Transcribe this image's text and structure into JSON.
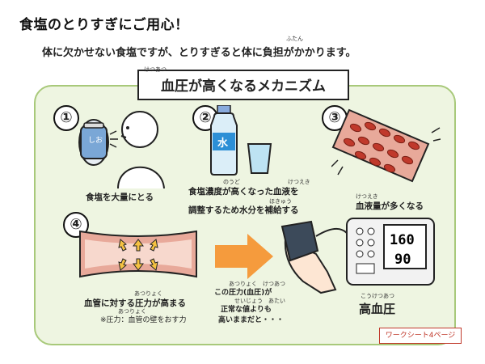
{
  "title": "食塩のとりすぎにご用心！",
  "subtitle": "体に欠かせない食塩ですが、とりすぎると体に負担がかかります。",
  "ruby_futan": "ふたん",
  "heading": "血圧が高くなるメカニズム",
  "ruby_heading": "けつあつ",
  "steps": [
    {
      "num": "①",
      "caption": "食塩を大量にとる",
      "icon_text": "しお"
    },
    {
      "num": "②",
      "caption_line1": "食塩濃度が高くなった血液を",
      "caption_line2": "調整するため水分を補給する",
      "ruby_noudo": "のうど",
      "ruby_ketsueki": "けつえき",
      "ruby_hokyuu": "ほきゅう",
      "bottle_text": "水"
    },
    {
      "num": "③",
      "caption": "血液量が多くなる",
      "ruby": "けつえき"
    },
    {
      "num": "④",
      "caption": "血管に対する圧力が高まる",
      "ruby": "あつりょく",
      "note": "※圧力：血管の壁をおす力",
      "note_ruby": "あつりょく"
    }
  ],
  "arrow_text": {
    "line1": "この圧力(血圧)が",
    "ruby1": "あつりょく　けつあつ",
    "line2": "正常な値よりも",
    "ruby2": "せいじょう　あたい",
    "line3": "高いままだと・・・"
  },
  "monitor": {
    "top": "160",
    "bottom": "90"
  },
  "result": "高血圧",
  "result_ruby": "こうけつあつ",
  "ref": "ワークシート4ページ",
  "colors": {
    "panel_bg": "#eef5e1",
    "panel_border": "#a8c97a",
    "arrow": "#f59b3d",
    "vessel": "#e8a99a",
    "ref": "#c0392b"
  }
}
